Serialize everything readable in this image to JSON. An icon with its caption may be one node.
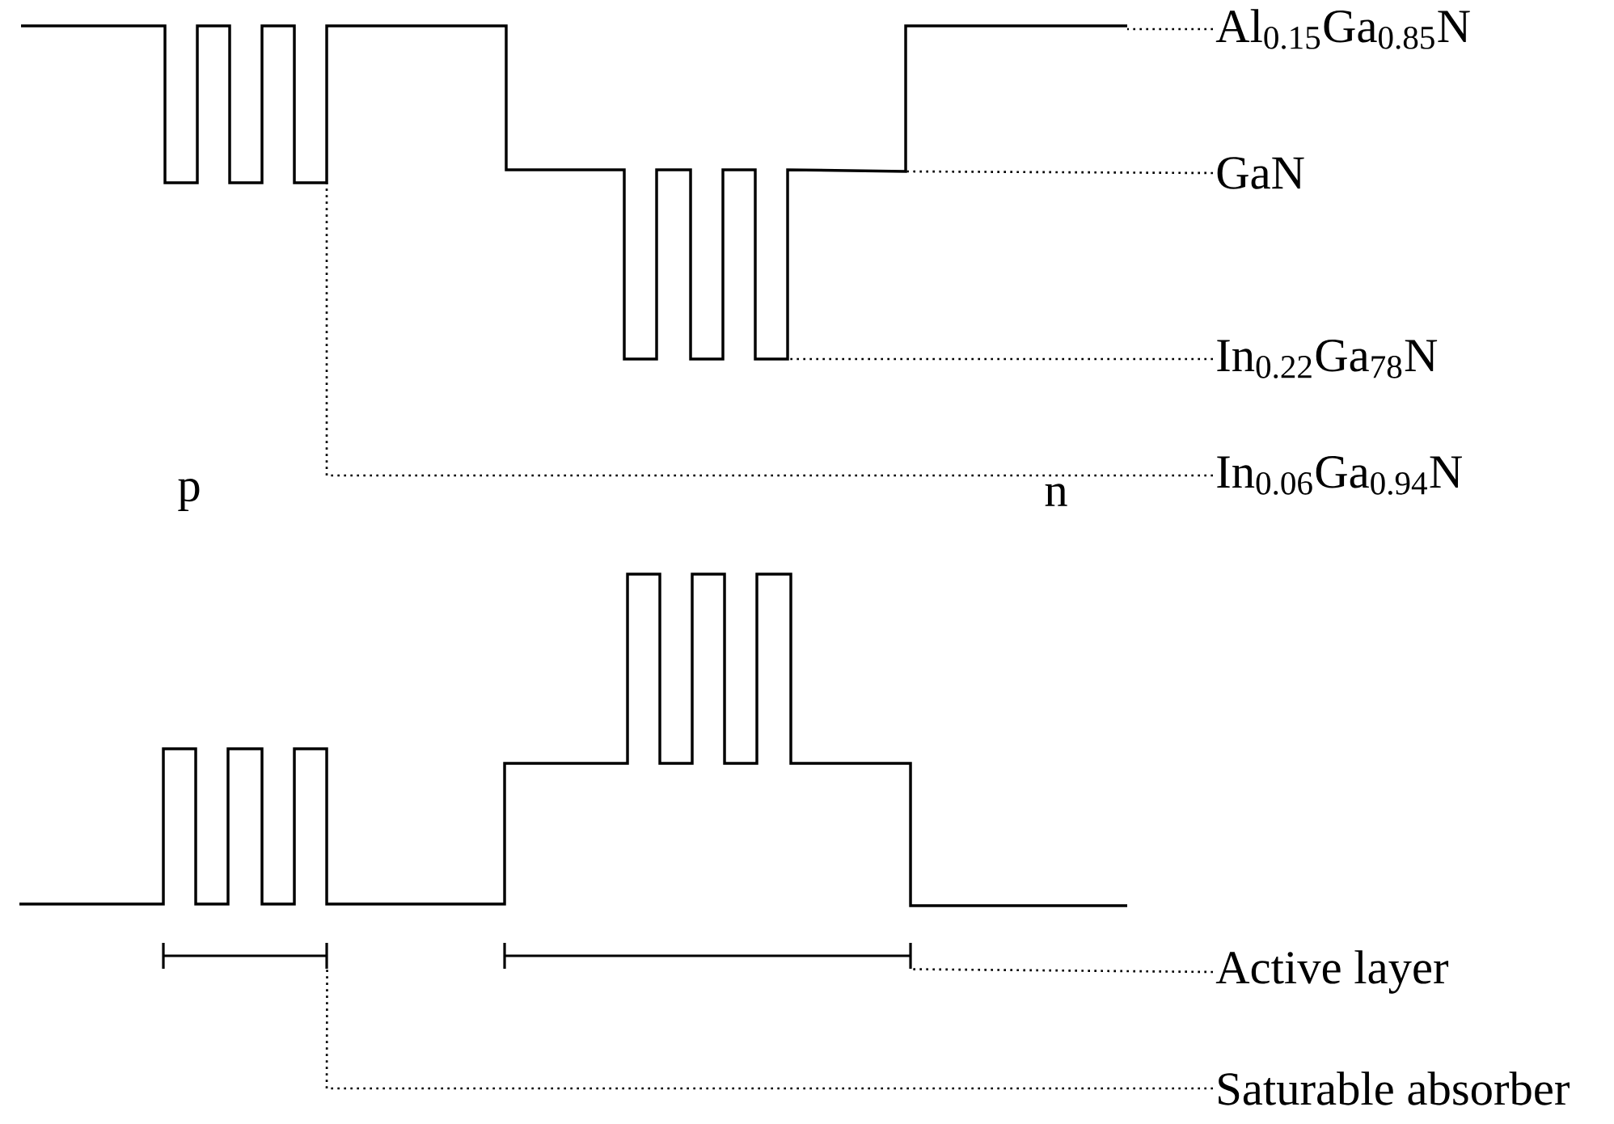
{
  "diagram": {
    "nodes": [
      {
        "text": [
          "Al$_{0.15}$Ga$_{0.85}$N"
        ]
      },
      {
        "text": [
          "GaN"
        ]
      },
      {
        "text": [
          "In$_{0.22}$Ga$_{78}$N"
        ]
      },
      {
        "text": [
          "In$_{0.06}$Ga$_{0.94}$N"
        ]
      },
      {
        "text": [
          "Active layer"
        ]
      },
      {
        "text": [
          "Saturable absorber"
        ]
      },
      {
        "text": [],
        "shape": "bracket"
      },
      {
        "text": [],
        "shape": "bracket"
      }
    ],
    "edges": [
      {
        "from": 0,
        "to": null,
        "arrow": "none"
      },
      {
        "from": 1,
        "to": null,
        "arrow": "none"
      },
      {
        "from": 2,
        "to": null,
        "arrow": "none"
      },
      {
        "from": 3,
        "to": null,
        "arrow": "none"
      },
      {
        "from": 4,
        "to": 7,
        "arrow": "none"
      },
      {
        "from": 5,
        "to": 6,
        "arrow": "none"
      }
    ],
    "labels": [
      "p",
      "n"
    ]
  }
}
